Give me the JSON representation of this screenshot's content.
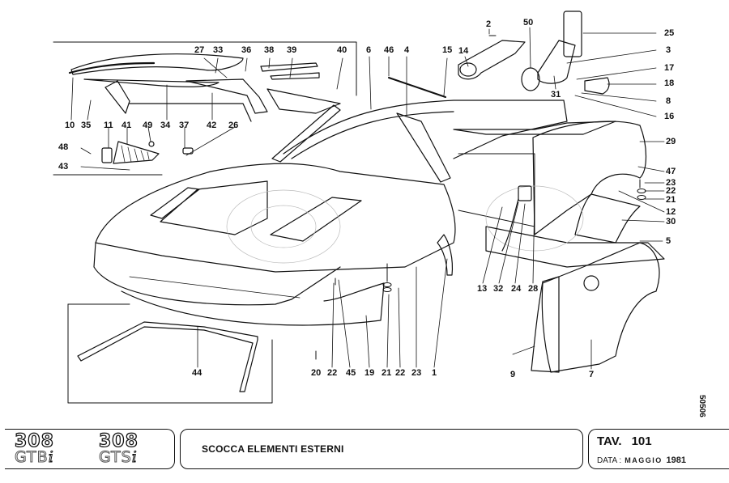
{
  "sheet": {
    "models": [
      {
        "number": "308",
        "variant": "GTB",
        "suffix": "i"
      },
      {
        "number": "308",
        "variant": "GTS",
        "suffix": "i"
      }
    ],
    "title": "SCOCCA ELEMENTI ESTERNI",
    "table_label": "TAV.",
    "table_number": "101",
    "date_label": "DATA :",
    "date_month": "MAGGIO",
    "date_year": "1981",
    "document_number": "50506"
  },
  "diagram": {
    "subject": "Ferrari 308 GTBi / GTSi body shell exploded view",
    "line_color": "#111111",
    "background": "#ffffff",
    "callouts": [
      {
        "id": "c10",
        "label": "10"
      },
      {
        "id": "c35",
        "label": "35"
      },
      {
        "id": "c11",
        "label": "11"
      },
      {
        "id": "c41",
        "label": "41"
      },
      {
        "id": "c49",
        "label": "49"
      },
      {
        "id": "c34",
        "label": "34"
      },
      {
        "id": "c37",
        "label": "37"
      },
      {
        "id": "c42",
        "label": "42"
      },
      {
        "id": "c26",
        "label": "26"
      },
      {
        "id": "c48",
        "label": "48"
      },
      {
        "id": "c43",
        "label": "43"
      },
      {
        "id": "c27",
        "label": "27"
      },
      {
        "id": "c33",
        "label": "33"
      },
      {
        "id": "c36",
        "label": "36"
      },
      {
        "id": "c38",
        "label": "38"
      },
      {
        "id": "c39",
        "label": "39"
      },
      {
        "id": "c40",
        "label": "40"
      },
      {
        "id": "c6",
        "label": "6"
      },
      {
        "id": "c46",
        "label": "46"
      },
      {
        "id": "c4",
        "label": "4"
      },
      {
        "id": "c15",
        "label": "15"
      },
      {
        "id": "c14",
        "label": "14"
      },
      {
        "id": "c2",
        "label": "2"
      },
      {
        "id": "c50",
        "label": "50"
      },
      {
        "id": "c31",
        "label": "31"
      },
      {
        "id": "c25",
        "label": "25"
      },
      {
        "id": "c3",
        "label": "3"
      },
      {
        "id": "c17",
        "label": "17"
      },
      {
        "id": "c18",
        "label": "18"
      },
      {
        "id": "c8",
        "label": "8"
      },
      {
        "id": "c16",
        "label": "16"
      },
      {
        "id": "c29",
        "label": "29"
      },
      {
        "id": "c47",
        "label": "47"
      },
      {
        "id": "c23r",
        "label": "23"
      },
      {
        "id": "c22r",
        "label": "22"
      },
      {
        "id": "c21r",
        "label": "21"
      },
      {
        "id": "c12",
        "label": "12"
      },
      {
        "id": "c30",
        "label": "30"
      },
      {
        "id": "c5",
        "label": "5"
      },
      {
        "id": "c13",
        "label": "13"
      },
      {
        "id": "c32",
        "label": "32"
      },
      {
        "id": "c24",
        "label": "24"
      },
      {
        "id": "c28",
        "label": "28"
      },
      {
        "id": "c9",
        "label": "9"
      },
      {
        "id": "c7",
        "label": "7"
      },
      {
        "id": "c44",
        "label": "44"
      },
      {
        "id": "c20",
        "label": "20"
      },
      {
        "id": "c22a",
        "label": "22"
      },
      {
        "id": "c45",
        "label": "45"
      },
      {
        "id": "c19",
        "label": "19"
      },
      {
        "id": "c21b",
        "label": "21"
      },
      {
        "id": "c22b",
        "label": "22"
      },
      {
        "id": "c23b",
        "label": "23"
      },
      {
        "id": "c1",
        "label": "1"
      }
    ]
  }
}
